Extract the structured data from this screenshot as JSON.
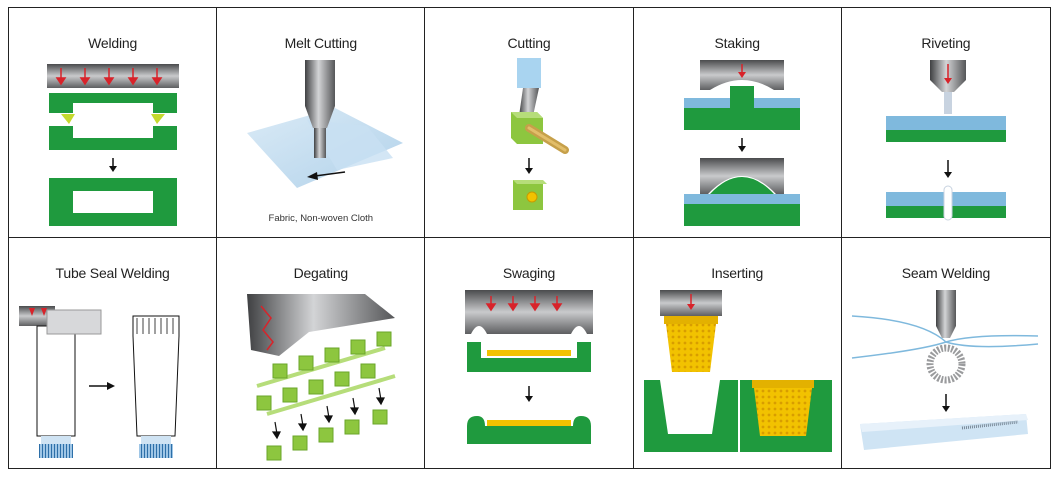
{
  "processes": [
    {
      "title": "Welding"
    },
    {
      "title": "Melt Cutting",
      "caption": "Fabric, Non-woven Cloth"
    },
    {
      "title": "Cutting"
    },
    {
      "title": "Staking"
    },
    {
      "title": "Riveting"
    },
    {
      "title": "Tube Seal Welding"
    },
    {
      "title": "Degating"
    },
    {
      "title": "Swaging"
    },
    {
      "title": "Inserting"
    },
    {
      "title": "Seam Welding"
    }
  ],
  "colors": {
    "green": "#1f9a3e",
    "metal": "#6d6e71",
    "blue": "#7fb9dd",
    "yellow": "#f2c200",
    "red": "#d8232a",
    "lime": "#8dc63f"
  }
}
